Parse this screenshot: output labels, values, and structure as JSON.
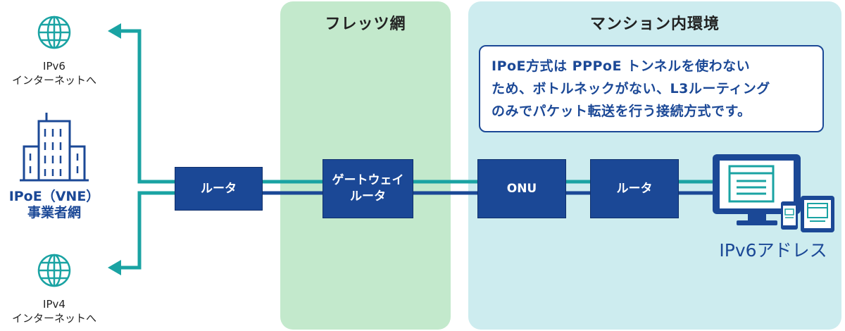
{
  "zones": {
    "flets": {
      "title": "フレッツ網"
    },
    "mansion": {
      "title": "マンション内環境"
    }
  },
  "note": {
    "lines": [
      "IPoE方式は PPPoE トンネルを使わない",
      "ため、ボトルネックがない、L3ルーティング",
      "のみでパケット転送を行う接続方式です。"
    ]
  },
  "nodes": {
    "ipv6_internet": "IPv6\nインターネットへ",
    "ipv4_internet": "IPv4\nインターネットへ",
    "vne": "IPoE（VNE）\n事業者網",
    "router_vne": "ルータ",
    "gateway_router": "ゲートウェイ\nルータ",
    "onu": "ONU",
    "router_home": "ルータ",
    "ipv6_address": "IPv6アドレス"
  },
  "colors": {
    "ipv6_line": "#1aa3a3",
    "ipv4_line": "#1b4896",
    "box": "#1b4896",
    "flets_bg": "#c3e9cc",
    "mansion_bg": "#cdecef"
  }
}
